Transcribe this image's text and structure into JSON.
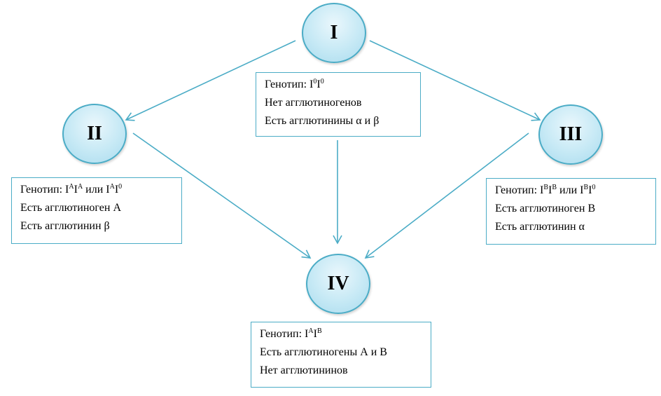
{
  "nodes": {
    "I": "I",
    "II": "II",
    "III": "III",
    "IV": "IV"
  },
  "boxes": {
    "I": {
      "genotype_label": "Генотип: ",
      "genotype": [
        {
          "base": "I",
          "sup": "0"
        },
        {
          "base": "I",
          "sup": "0"
        }
      ],
      "line2": "Нет агглютиногенов",
      "line3": "Есть агглютинины α и β"
    },
    "II": {
      "genotype_label": "Генотип: ",
      "genotype": [
        {
          "base": "I",
          "sup": "A"
        },
        {
          "base": "I",
          "sup": "A"
        },
        {
          "base": " или "
        },
        {
          "base": "I",
          "sup": "A"
        },
        {
          "base": "I",
          "sup": "0"
        }
      ],
      "line2": "Есть агглютиноген А",
      "line3": "Есть агглютинин β"
    },
    "III": {
      "genotype_label": "Генотип: ",
      "genotype": [
        {
          "base": "I",
          "sup": "B"
        },
        {
          "base": "I",
          "sup": "B"
        },
        {
          "base": " или "
        },
        {
          "base": "I",
          "sup": "B"
        },
        {
          "base": "I",
          "sup": "0"
        }
      ],
      "line2": "Есть агглютиноген В",
      "line3": "Есть агглютинин α"
    },
    "IV": {
      "genotype_label": "Генотип: ",
      "genotype": [
        {
          "base": "I",
          "sup": "A"
        },
        {
          "base": "I",
          "sup": "B"
        }
      ],
      "line2": "Есть агглютиногены А и В",
      "line3": "Нет агглютининов"
    }
  },
  "colors": {
    "arrow": "#4bacc6",
    "node_border": "#4bacc6",
    "node_fill": "#c6e9f5"
  }
}
